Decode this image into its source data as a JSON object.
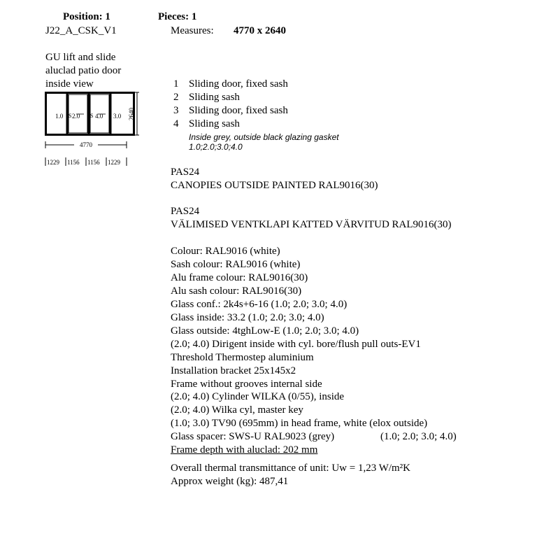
{
  "header": {
    "position_label": "Position: 1",
    "code": "J22_A_CSK_V1",
    "pieces_label": "Pieces: 1",
    "measures_label": "Measures:",
    "measures_value": "4770 x 2640"
  },
  "product": {
    "line1": "GU lift and slide",
    "line2": "aluclad patio door",
    "line3": "inside view"
  },
  "drawing": {
    "panels": [
      "1.0",
      "2.0",
      "4.0",
      "3.0"
    ],
    "sash_marks": [
      "S",
      "S"
    ],
    "height_dim": "2640",
    "width_dim": "4770",
    "segment_dims": [
      "1229",
      "1156",
      "1156",
      "1229"
    ]
  },
  "items": [
    {
      "num": "1",
      "label": "Sliding door, fixed sash"
    },
    {
      "num": "2",
      "label": "Sliding sash"
    },
    {
      "num": "3",
      "label": "Sliding door, fixed sash"
    },
    {
      "num": "4",
      "label": "Sliding sash"
    }
  ],
  "note": {
    "line1": "Inside grey, outside black glazing gasket",
    "line2": "1.0;2.0;3.0;4.0"
  },
  "pas_blocks": [
    {
      "title": "PAS24",
      "text": "CANOPIES OUTSIDE PAINTED RAL9016(30)"
    },
    {
      "title": "PAS24",
      "text": "VÄLIMISED VENTKLAPI KATTED VÄRVITUD RAL9016(30)"
    }
  ],
  "specs": [
    "Colour: RAL9016 (white)",
    "Sash colour: RAL9016 (white)",
    "Alu frame colour: RAL9016(30)",
    "Alu sash colour: RAL9016(30)",
    "Glass conf.: 2k4s+6-16 (1.0; 2.0; 3.0; 4.0)",
    "Glass inside:  33.2 (1.0; 2.0; 3.0; 4.0)",
    "Glass outside:  4tghLow-E (1.0; 2.0; 3.0; 4.0)",
    "(2.0; 4.0) Dirigent inside with cyl. bore/flush pull outs-EV1",
    "Threshold Thermostep aluminium",
    "Installation bracket  25x145x2",
    "Frame without grooves internal side",
    "(2.0; 4.0) Cylinder WILKA (0/55), inside",
    "(2.0; 4.0) Wilka cyl, master key",
    "(1.0; 3.0) TV90 (695mm) in head frame, white (elox outside)"
  ],
  "spacer": {
    "label": "Glass spacer: SWS-U RAL9023 (grey)",
    "refs": "(1.0; 2.0; 3.0; 4.0)"
  },
  "frame_depth": "Frame depth with aluclad: 202 mm",
  "thermal": "Overall thermal transmittance of unit: Uw = 1,23 W/m²K",
  "weight": "Approx weight (kg): 487,41"
}
